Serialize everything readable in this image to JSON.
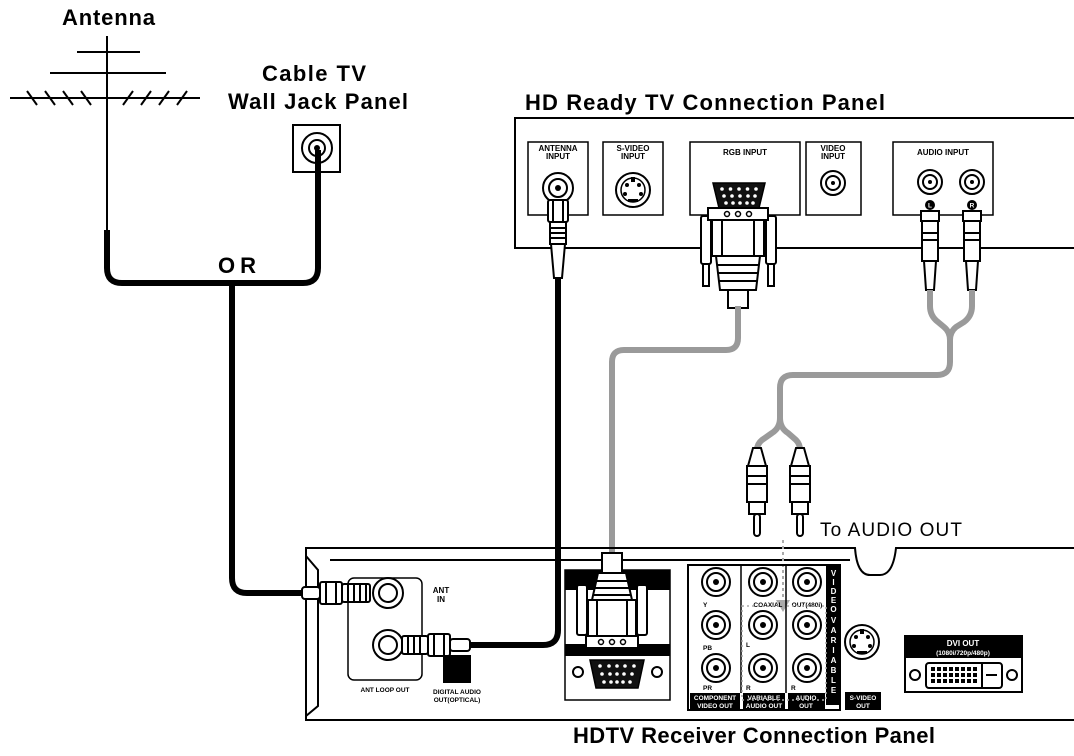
{
  "labels": {
    "antenna": "Antenna",
    "cable_tv_line1": "Cable TV",
    "cable_tv_line2": "Wall Jack Panel",
    "or": "OR",
    "to_audio_out": "To AUDIO OUT"
  },
  "tv_panel": {
    "title": "HD Ready TV Connection Panel",
    "antenna_input": [
      "ANTENNA",
      "INPUT"
    ],
    "svideo_input": [
      "S-VIDEO",
      "INPUT"
    ],
    "rgb_input": "RGB INPUT",
    "video_input": [
      "VIDEO",
      "INPUT"
    ],
    "audio_input": "AUDIO INPUT",
    "plug_left": "L",
    "plug_right": "R"
  },
  "receiver_panel": {
    "title": "HDTV Receiver Connection Panel",
    "ant_in": [
      "ANT",
      "IN"
    ],
    "ant_loop_out": "ANT LOOP OUT",
    "digital_audio_out": [
      "DIGITAL AUDIO",
      "OUT(OPTICAL)"
    ],
    "component": {
      "y": "Y",
      "pb": "PB",
      "pr": "PR",
      "label": [
        "COMPONENT",
        "VIDEO OUT"
      ]
    },
    "variable_audio": {
      "coaxial": "COAXIAL",
      "l": "L",
      "r": "R",
      "label": [
        "VARIABLE",
        "AUDIO OUT"
      ]
    },
    "audio_out": {
      "video_out": "OUT(480i)",
      "r": "R",
      "label": [
        "AUDIO",
        "OUT"
      ]
    },
    "side_labels": {
      "video": "VIDEO",
      "variable": "VARIABLE"
    },
    "svideo_out": [
      "S-VIDEO",
      "OUT"
    ],
    "dvi_out": [
      "DVI OUT",
      "(1080i/720p/480p)"
    ]
  },
  "colors": {
    "cable_black": "#000000",
    "cable_grey": "#9a9a9a",
    "signal_arrow": "#aaaaaa"
  }
}
